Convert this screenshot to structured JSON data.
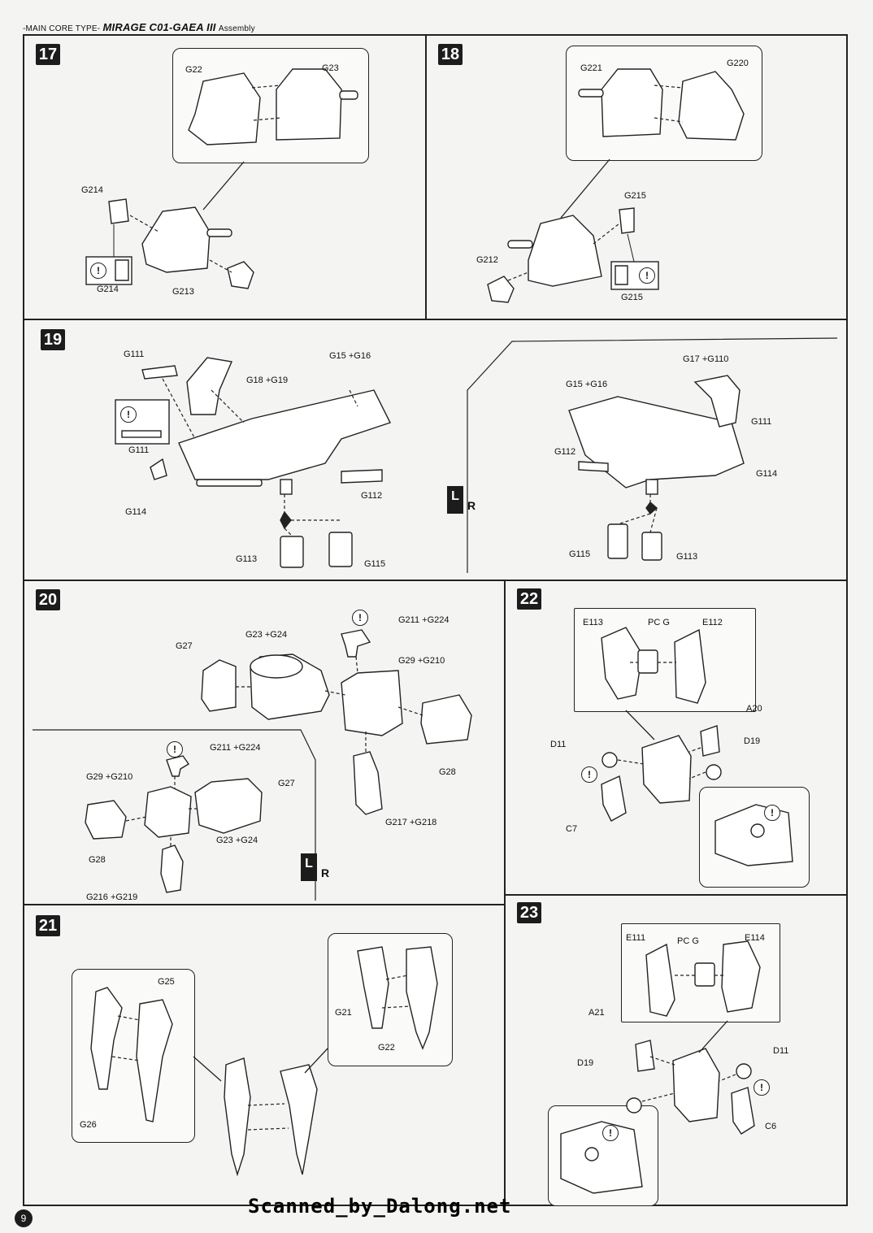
{
  "header": {
    "prefix": "-MAIN CORE TYPE-",
    "model": "MIRAGE C01-GAEA",
    "numeral": "III",
    "section": "Assembly"
  },
  "steps": {
    "s17": {
      "number": "17",
      "labels": [
        "G22",
        "G23",
        "G214",
        "G214",
        "G213"
      ]
    },
    "s18": {
      "number": "18",
      "labels": [
        "G221",
        "G220",
        "G215",
        "G212",
        "G215"
      ]
    },
    "s19": {
      "number": "19",
      "labels": [
        "G111",
        "G18 +G19",
        "G15 +G16",
        "G111",
        "G114",
        "G112",
        "G113",
        "G115",
        "G17 +G110",
        "G15 +G16",
        "G111",
        "G112",
        "G114",
        "G115",
        "G113"
      ]
    },
    "s20": {
      "number": "20",
      "labels": [
        "G27",
        "G23 +G24",
        "G211 +G224",
        "G29 +G210",
        "G28",
        "G217 +G218",
        "G211 +G224",
        "G29 +G210",
        "G27",
        "G23 +G24",
        "G28",
        "G216 +G219"
      ]
    },
    "s21": {
      "number": "21",
      "labels": [
        "G25",
        "G26",
        "G21",
        "G22"
      ]
    },
    "s22": {
      "number": "22",
      "labels": [
        "E113",
        "PC G",
        "E112",
        "A20",
        "D11",
        "D19",
        "C7"
      ]
    },
    "s23": {
      "number": "23",
      "labels": [
        "E111",
        "PC G",
        "E114",
        "A21",
        "D19",
        "D11",
        "C6"
      ]
    }
  },
  "lr_badge": {
    "left": "L",
    "right": "R"
  },
  "warning_symbol": "!",
  "page_number": "9",
  "footer": "Scanned_by_Dalong.net",
  "colors": {
    "ink": "#1c1c1c",
    "paper": "#f4f4f2"
  }
}
